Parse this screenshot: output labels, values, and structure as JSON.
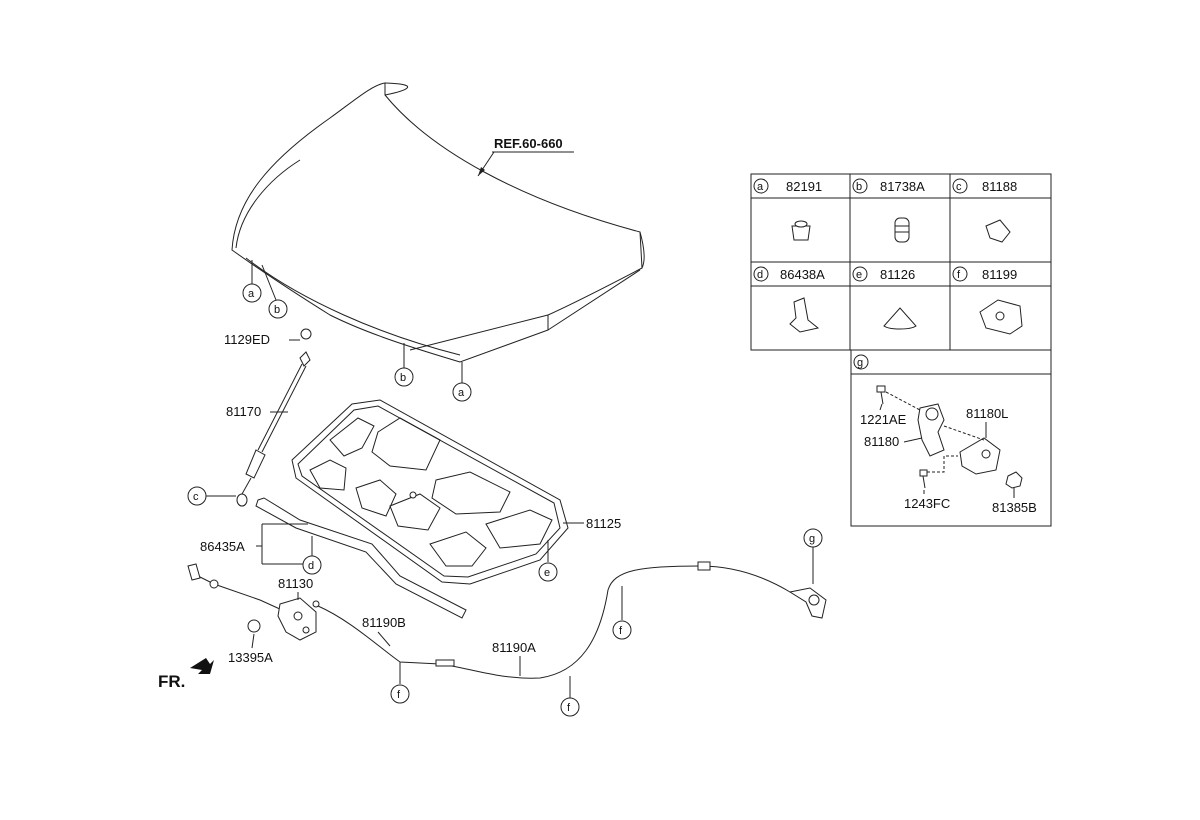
{
  "reference": "REF.60-660",
  "front_label": "FR.",
  "labels": {
    "p1129ED": "1129ED",
    "p81170": "81170",
    "p81125": "81125",
    "p86435A": "86435A",
    "p81130": "81130",
    "p13395A": "13395A",
    "p81190B": "81190B",
    "p81190A": "81190A"
  },
  "callouts": {
    "a": "a",
    "b": "b",
    "c": "c",
    "d": "d",
    "e": "e",
    "f": "f",
    "g": "g"
  },
  "legend": {
    "cells": [
      {
        "letter": "a",
        "part": "82191"
      },
      {
        "letter": "b",
        "part": "81738A"
      },
      {
        "letter": "c",
        "part": "81188"
      },
      {
        "letter": "d",
        "part": "86438A"
      },
      {
        "letter": "e",
        "part": "81126"
      },
      {
        "letter": "f",
        "part": "81199"
      }
    ],
    "g_letter": "g",
    "g_labels": {
      "p1221AE": "1221AE",
      "p81180L": "81180L",
      "p81180": "81180",
      "p1243FC": "1243FC",
      "p81385B": "81385B"
    }
  }
}
